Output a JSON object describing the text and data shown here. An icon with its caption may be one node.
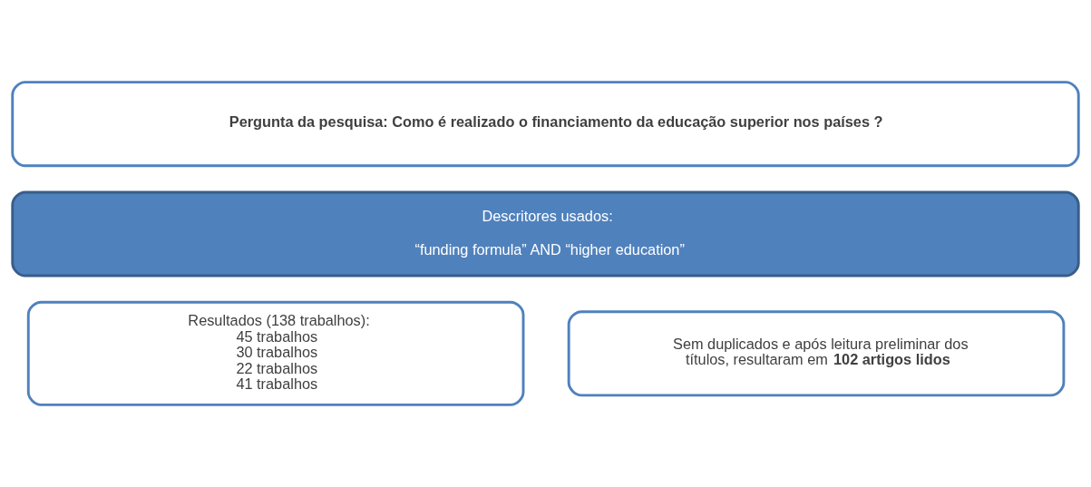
{
  "diagram": {
    "nodes": [
      {
        "text": [
          "Pergunta da pesquisa: Como é realizado o financiamento da educação superior nos países ?"
        ]
      },
      {
        "text": [
          "Descritores usados:",
          "“funding formula” AND “higher education”"
        ]
      },
      {
        "text": [
          "Resultados (138 trabalhos):",
          "45 trabalhos",
          "30 trabalhos",
          "22 trabalhos",
          "41 trabalhos"
        ]
      },
      {
        "text": [
          "Sem duplicados e após leitura preliminar dos títulos, resultaram em **102 artigos lidos**"
        ]
      }
    ],
    "edges": []
  }
}
